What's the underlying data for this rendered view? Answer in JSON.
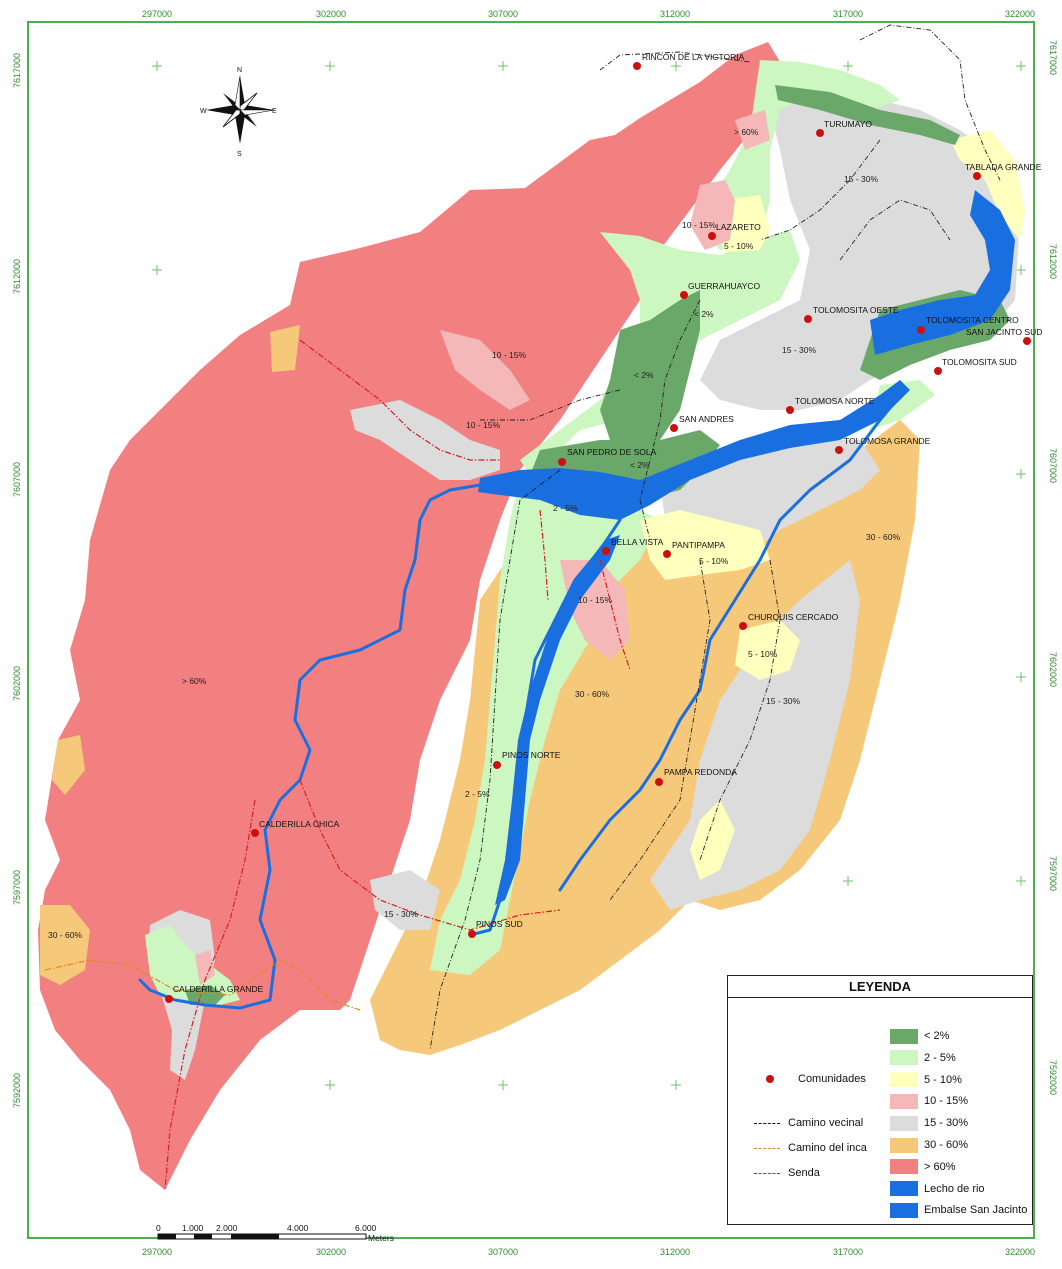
{
  "map": {
    "top_coords": [
      "297000",
      "302000",
      "307000",
      "312000",
      "317000",
      "322000"
    ],
    "bottom_coords": [
      "297000",
      "302000",
      "307000",
      "312000",
      "317000",
      "322000"
    ],
    "left_coords": [
      "7617000",
      "7612000",
      "7607000",
      "7602000",
      "7597000",
      "7592000"
    ],
    "right_coords": [
      "7617000",
      "7612000",
      "7607000",
      "7602000",
      "7597000",
      "7592000"
    ],
    "north_arrow": {
      "n": "N",
      "s": "S",
      "e": "E",
      "w": "W"
    },
    "communities": [
      "RINCON DE LA VICTORIA",
      "TURUMAYO",
      "TABLADA GRANDE",
      "LAZARETO",
      "GUERRAHUAYCO",
      "TOLOMOSITA OESTE",
      "TOLOMOSITA CENTRO",
      "SAN JACINTO SUD",
      "TOLOMOSITA SUD",
      "TOLOMOSA NORTE",
      "SAN ANDRES",
      "TOLOMOSA GRANDE",
      "SAN PEDRO DE SOLA",
      "BELLA VISTA",
      "PANTIPAMPA",
      "CHURQUIS CERCADO",
      "PINOS NORTE",
      "PAMPA REDONDA",
      "CALDERILLA CHICA",
      "PINOS SUD",
      "CALDERILLA GRANDE"
    ],
    "zone_labels": [
      "> 60%",
      "15 - 30%",
      "10 - 15%",
      "5 - 10%",
      "< 2%",
      "15 - 30%",
      "10 - 15%",
      "< 2%",
      "10 - 15%",
      "< 2%",
      "2 - 5%",
      "5 - 10%",
      "30 - 60%",
      "10 - 15%",
      "> 60%",
      "5 - 10%",
      "30 - 60%",
      "15 - 30%",
      "2 - 5%",
      "15 - 30%",
      "30 - 60%"
    ],
    "scale": {
      "ticks": [
        "0",
        "1.000",
        "2.000",
        "4.000",
        "6.000"
      ],
      "unit": "Meters"
    }
  },
  "legend": {
    "title": "LEYENDA",
    "classes": [
      {
        "label": "< 2%",
        "color": "#6aa86a"
      },
      {
        "label": "2 - 5%",
        "color": "#cdf7c0"
      },
      {
        "label": "5 - 10%",
        "color": "#ffffbe"
      },
      {
        "label": "10 - 15%",
        "color": "#f5b8b8"
      },
      {
        "label": "15 - 30%",
        "color": "#dcdcdc"
      },
      {
        "label": "30 - 60%",
        "color": "#f6c87a"
      },
      {
        "label": "> 60%",
        "color": "#f28080"
      },
      {
        "label": "Lecho de rio",
        "color": "#1a6fe0"
      },
      {
        "label": "Embalse San Jacinto",
        "color": "#1a6fe0"
      }
    ],
    "symbols": {
      "comunidades": "Comunidades",
      "camino_vecinal": "Camino  vecinal",
      "camino_inca": "Camino del inca",
      "senda": "Senda"
    }
  }
}
